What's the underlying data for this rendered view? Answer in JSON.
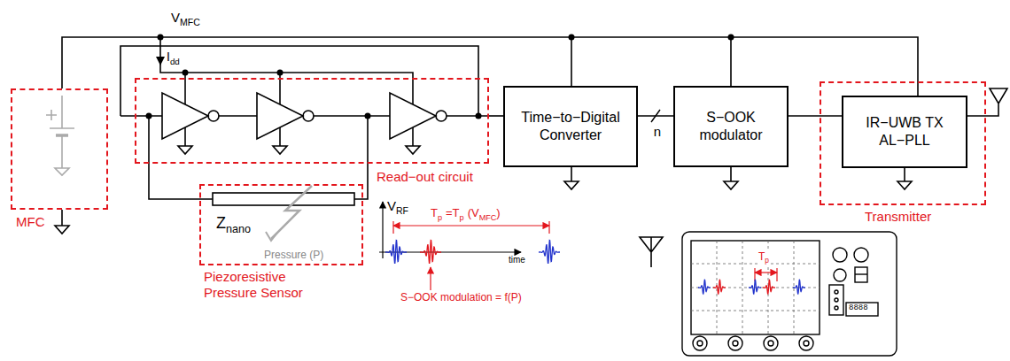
{
  "diagram": {
    "nodes": [
      {
        "text": [
          "MFC"
        ]
      },
      {
        "text": [
          "Read−out circuit"
        ]
      },
      {
        "text": [
          "Piezoresistive Pressure Sensor"
        ]
      },
      {
        "text": [
          "Time−to−Digital Converter"
        ]
      },
      {
        "text": [
          "S−OOK modulator"
        ]
      },
      {
        "text": [
          "Transmitter"
        ]
      },
      {
        "text": [
          "IR−UWB TX AL−PLL"
        ],
        "in": 5
      }
    ],
    "edges": [
      {
        "from": 1,
        "to": 3,
        "arrow": "none"
      },
      {
        "from": 3,
        "to": 4,
        "label": "n",
        "arrow": "none"
      },
      {
        "from": 4,
        "to": 6,
        "arrow": "none"
      }
    ],
    "labels": [
      "V",
      "MFC",
      "I",
      "dd",
      "Z",
      "nano",
      "Pressure (P)",
      "T",
      "p",
      "=T",
      "p",
      "(V",
      "MFC",
      ")",
      "V",
      "RF",
      "time",
      "S−OOK modulation = f(P)",
      "T",
      "p",
      "8888"
    ]
  }
}
